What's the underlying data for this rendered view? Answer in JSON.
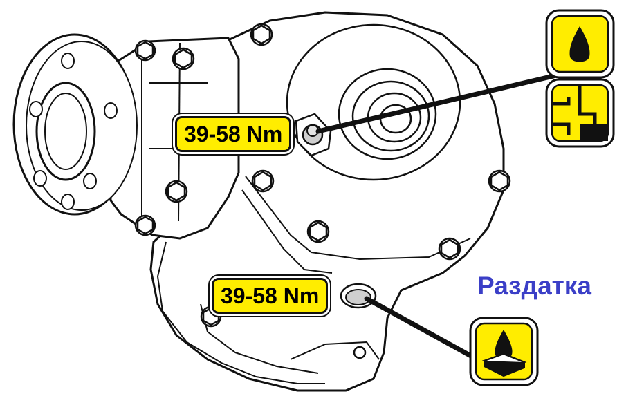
{
  "labels": {
    "upper_torque": "39-58 Nm",
    "lower_torque": "39-58 Nm",
    "caption": "Раздатка"
  },
  "icons": {
    "fill_plug": [
      "oil-drop-icon",
      "oil-level-icon"
    ],
    "drain_plug": [
      "oil-drain-icon"
    ]
  },
  "colors": {
    "label_fill": "#ffed00",
    "icon_fill": "#ffed00",
    "outline": "#111111",
    "caption_text": "#3b3fc7",
    "housing_fill": "#ffffff"
  }
}
